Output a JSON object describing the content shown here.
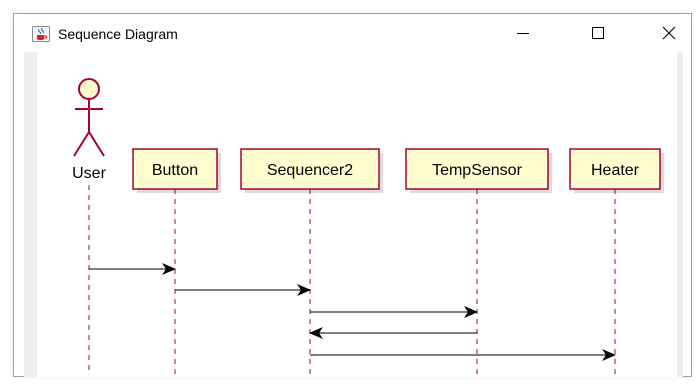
{
  "window": {
    "title": "Sequence Diagram",
    "icon": "java-cup-icon",
    "controls": {
      "minimize": "minimize-icon",
      "maximize": "maximize-icon",
      "close": "close-icon"
    }
  },
  "diagram": {
    "colors": {
      "lifeline": "#a80036",
      "participant_fill": "#fefece",
      "participant_border": "#a80036",
      "actor_stroke": "#a80036",
      "arrow": "#000000"
    },
    "actor": {
      "label": "User"
    },
    "participants": [
      "Button",
      "Sequencer2",
      "TempSensor",
      "Heater"
    ],
    "messages": [
      {
        "from": "User",
        "to": "Button"
      },
      {
        "from": "Button",
        "to": "Sequencer2"
      },
      {
        "from": "Sequencer2",
        "to": "TempSensor"
      },
      {
        "from": "TempSensor",
        "to": "Sequencer2"
      },
      {
        "from": "Sequencer2",
        "to": "Heater"
      }
    ]
  }
}
